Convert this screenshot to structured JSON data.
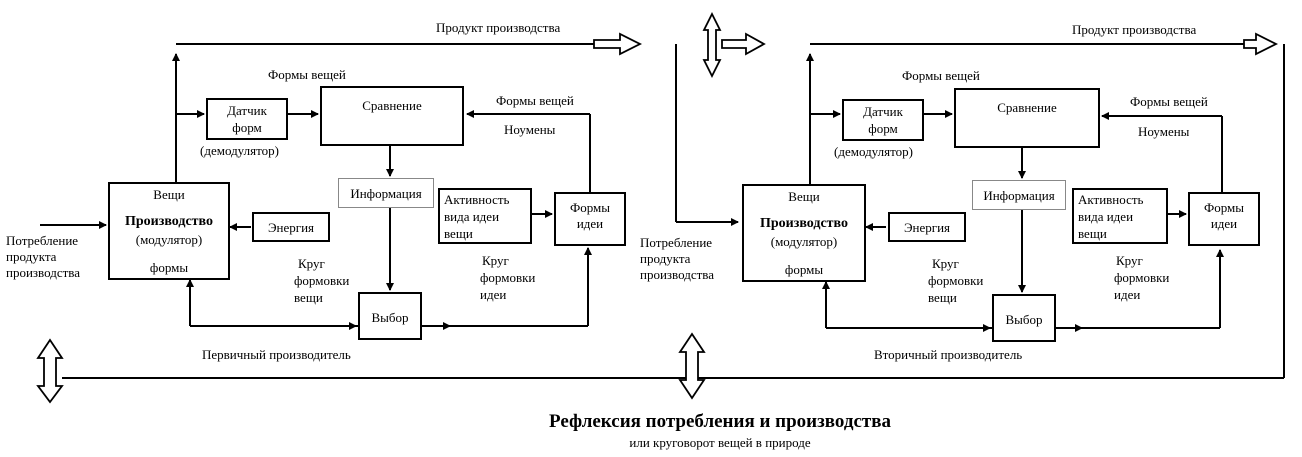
{
  "title": "Рефлексия потребления и производства",
  "subtitle": "или круговорот вещей в природе",
  "left": {
    "product": "Продукт производства",
    "forms_top": "Формы вещей",
    "sensor_line1": "Датчик",
    "sensor_line2": "форм",
    "sensor_line3": "(демодулятор)",
    "comparison": "Сравнение",
    "forms_right": "Формы вещей",
    "noumena": "Ноумены",
    "things": "Вещи",
    "production": "Производство",
    "modulator": "(модулятор)",
    "forms_bottom": "формы",
    "energy": "Энергия",
    "information": "Информация",
    "activity_line1": "Активность",
    "activity_line2": "вида идеи",
    "activity_line3": "вещи",
    "idea_forms_line1": "Формы",
    "idea_forms_line2": "идеи",
    "circle_things_line1": "Круг",
    "circle_things_line2": "формовки",
    "circle_things_line3": "вещи",
    "circle_idea_line1": "Круг",
    "circle_idea_line2": "формовки",
    "circle_idea_line3": "идеи",
    "choice": "Выбор",
    "producer": "Первичный производитель",
    "consumption_line1": "Потребление",
    "consumption_line2": "продукта",
    "consumption_line3": "производства"
  },
  "right": {
    "product": "Продукт производства",
    "forms_top": "Формы вещей",
    "sensor_line1": "Датчик",
    "sensor_line2": "форм",
    "sensor_line3": "(демодулятор)",
    "comparison": "Сравнение",
    "forms_right": "Формы вещей",
    "noumena": "Ноумены",
    "things": "Вещи",
    "production": "Производство",
    "modulator": "(модулятор)",
    "forms_bottom": "формы",
    "energy": "Энергия",
    "information": "Информация",
    "activity_line1": "Активность",
    "activity_line2": "вида идеи",
    "activity_line3": "вещи",
    "idea_forms_line1": "Формы",
    "idea_forms_line2": "идеи",
    "circle_things_line1": "Круг",
    "circle_things_line2": "формовки",
    "circle_things_line3": "вещи",
    "circle_idea_line1": "Круг",
    "circle_idea_line2": "формовки",
    "circle_idea_line3": "идеи",
    "choice": "Выбор",
    "producer": "Вторичный производитель",
    "consumption_line1": "Потребление",
    "consumption_line2": "продукта",
    "consumption_line3": "производства"
  }
}
